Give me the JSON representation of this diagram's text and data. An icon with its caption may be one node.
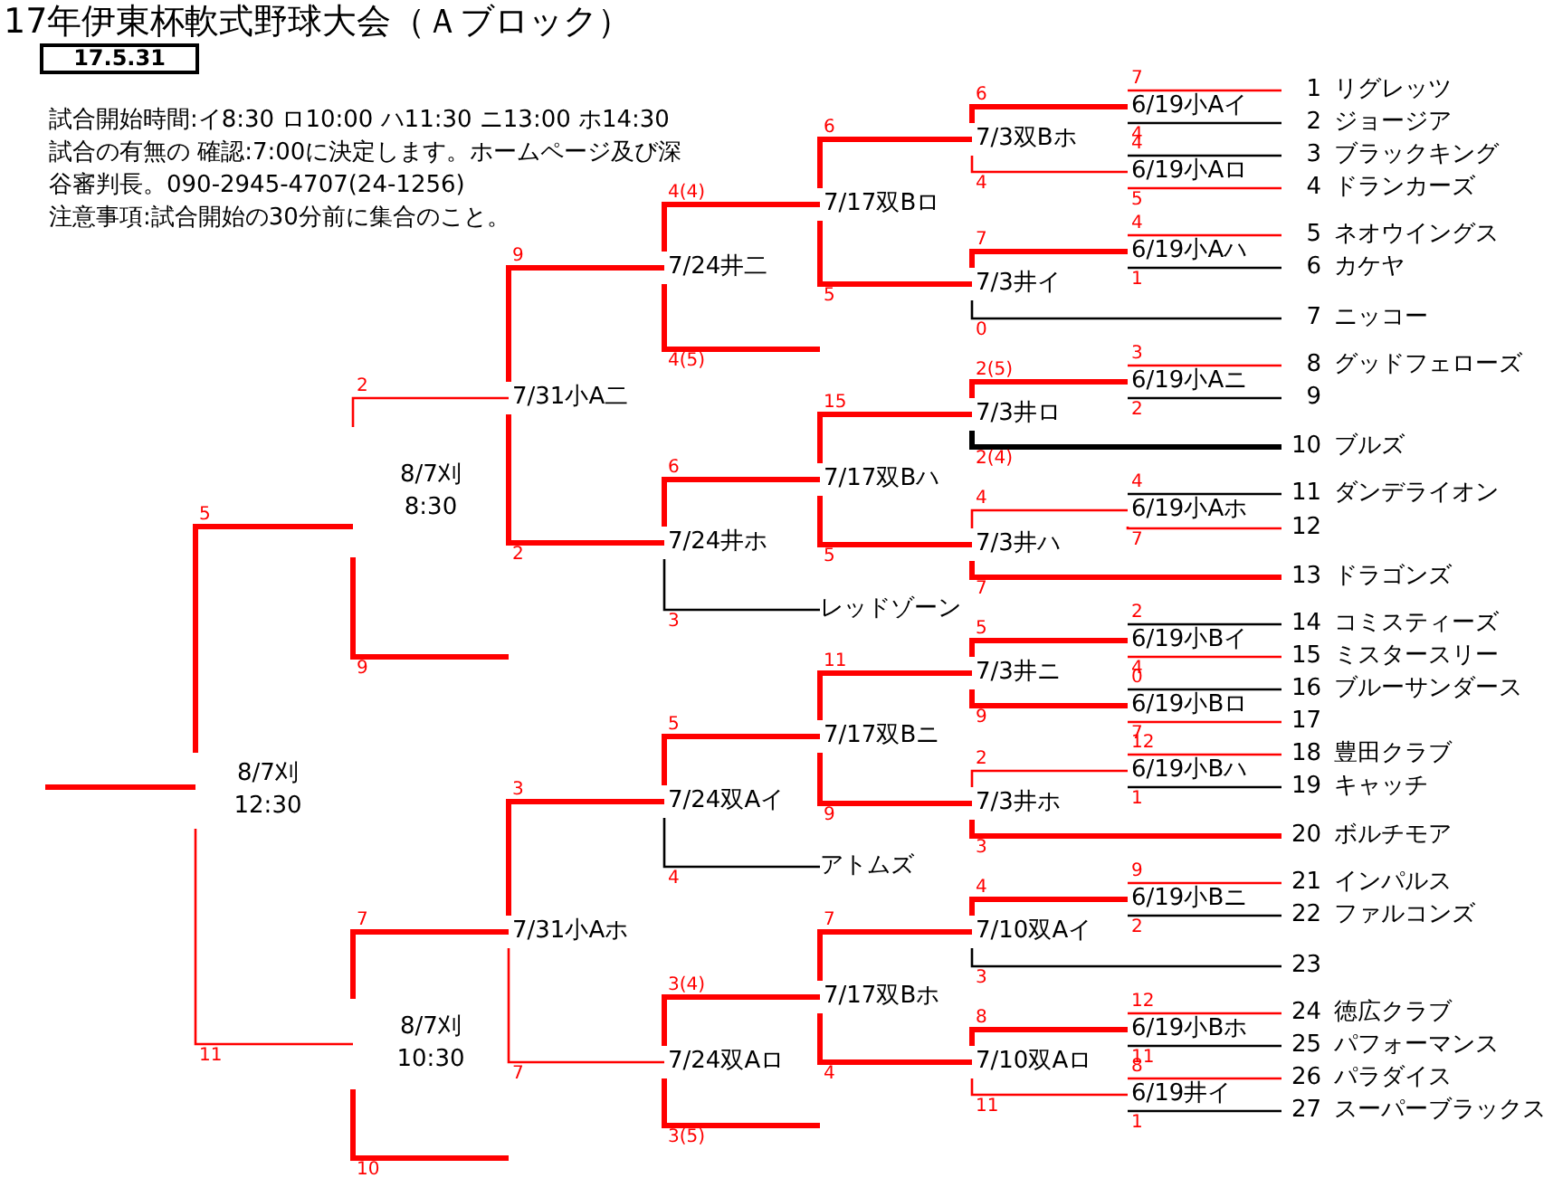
{
  "diagram": {
    "title": "17年伊東杯軟式野球大会（Ａブロック）",
    "nodes": [
      {
        "text": [
          "17.5.31"
        ]
      },
      {
        "text": [
          "1",
          "リグレッツ"
        ]
      },
      {
        "text": [
          "2",
          "ジョージア"
        ]
      },
      {
        "text": [
          "3",
          "ブラックキング"
        ]
      },
      {
        "text": [
          "4",
          "ドランカーズ"
        ]
      },
      {
        "text": [
          "5",
          "ネオウイングス"
        ]
      },
      {
        "text": [
          "6",
          "カケヤ"
        ]
      },
      {
        "text": [
          "7",
          "ニッコー"
        ]
      },
      {
        "text": [
          "8",
          "グッドフェローズ"
        ]
      },
      {
        "text": [
          "9"
        ]
      },
      {
        "text": [
          "10",
          "ブルズ"
        ]
      },
      {
        "text": [
          "11",
          "ダンデライオン"
        ]
      },
      {
        "text": [
          "12"
        ]
      },
      {
        "text": [
          "13",
          "ドラゴンズ"
        ]
      },
      {
        "text": [
          "14",
          "コミスティーズ"
        ]
      },
      {
        "text": [
          "15",
          "ミスタースリー"
        ]
      },
      {
        "text": [
          "16",
          "ブルーサンダース"
        ]
      },
      {
        "text": [
          "17"
        ]
      },
      {
        "text": [
          "18",
          "豊田クラブ"
        ]
      },
      {
        "text": [
          "19",
          "キャッチ"
        ]
      },
      {
        "text": [
          "20",
          "ボルチモア"
        ]
      },
      {
        "text": [
          "21",
          "インパルス"
        ]
      },
      {
        "text": [
          "22",
          "ファルコンズ"
        ]
      },
      {
        "text": [
          "23"
        ]
      },
      {
        "text": [
          "24",
          "徳広クラブ"
        ]
      },
      {
        "text": [
          "25",
          "パフォーマンス"
        ]
      },
      {
        "text": [
          "26",
          "パラダイス"
        ]
      },
      {
        "text": [
          "27",
          "スーパーブラックス"
        ]
      },
      {
        "text": [
          "レッドゾーン"
        ]
      },
      {
        "text": [
          "アトムズ"
        ]
      },
      {
        "text": [
          "6/19小Aイ"
        ]
      },
      {
        "text": [
          "6/19小Aロ"
        ]
      },
      {
        "text": [
          "6/19小Aハ"
        ]
      },
      {
        "text": [
          "6/19小Aニ"
        ]
      },
      {
        "text": [
          "6/19小Aホ"
        ]
      },
      {
        "text": [
          "6/19小Bイ"
        ]
      },
      {
        "text": [
          "6/19小Bロ"
        ]
      },
      {
        "text": [
          "6/19小Bハ"
        ]
      },
      {
        "text": [
          "6/19小Bニ"
        ]
      },
      {
        "text": [
          "6/19小Bホ"
        ]
      },
      {
        "text": [
          "6/19井イ"
        ]
      },
      {
        "text": [
          "7/3双Bホ"
        ]
      },
      {
        "text": [
          "7/3井イ"
        ]
      },
      {
        "text": [
          "7/3井ロ"
        ]
      },
      {
        "text": [
          "7/3井ハ"
        ]
      },
      {
        "text": [
          "7/3井ニ"
        ]
      },
      {
        "text": [
          "7/3井ホ"
        ]
      },
      {
        "text": [
          "7/10双Aイ"
        ]
      },
      {
        "text": [
          "7/10双Aロ"
        ]
      },
      {
        "text": [
          "7/17双Bロ"
        ]
      },
      {
        "text": [
          "7/17双Bハ"
        ]
      },
      {
        "text": [
          "7/17双Bニ"
        ]
      },
      {
        "text": [
          "7/17双Bホ"
        ]
      },
      {
        "text": [
          "7/24井二"
        ]
      },
      {
        "text": [
          "7/24井ホ"
        ]
      },
      {
        "text": [
          "7/24双Aイ"
        ]
      },
      {
        "text": [
          "7/24双Aロ"
        ]
      },
      {
        "text": [
          "7/31小A二"
        ]
      },
      {
        "text": [
          "7/31小Aホ"
        ]
      },
      {
        "text": [
          "8/7刈",
          "8:30"
        ]
      },
      {
        "text": [
          "8/7刈",
          "10:30"
        ]
      },
      {
        "text": [
          "8/7刈",
          "12:30"
        ]
      }
    ],
    "edges": [
      {
        "from": 1,
        "to": 30,
        "arrow": "none",
        "label": "7"
      },
      {
        "from": 2,
        "to": 30,
        "arrow": "none",
        "label": "4",
        "color": "#000000"
      },
      {
        "from": 3,
        "to": 31,
        "arrow": "none",
        "label": "4",
        "color": "#000000"
      },
      {
        "from": 4,
        "to": 31,
        "arrow": "none",
        "label": "5"
      },
      {
        "from": 5,
        "to": 32,
        "arrow": "none",
        "label": "4"
      },
      {
        "from": 6,
        "to": 32,
        "arrow": "none",
        "label": "1",
        "color": "#000000"
      },
      {
        "from": 8,
        "to": 33,
        "arrow": "none",
        "label": "3"
      },
      {
        "from": 9,
        "to": 33,
        "arrow": "none",
        "label": "2",
        "color": "#000000"
      },
      {
        "from": 11,
        "to": 34,
        "arrow": "none",
        "label": "4",
        "color": "#000000"
      },
      {
        "from": 12,
        "to": 34,
        "arrow": "none",
        "label": "7"
      },
      {
        "from": 14,
        "to": 35,
        "arrow": "none",
        "label": "2",
        "color": "#000000"
      },
      {
        "from": 15,
        "to": 35,
        "arrow": "none",
        "label": "4"
      },
      {
        "from": 16,
        "to": 36,
        "arrow": "none",
        "label": "0",
        "color": "#000000"
      },
      {
        "from": 17,
        "to": 36,
        "arrow": "none",
        "label": "7"
      },
      {
        "from": 18,
        "to": 37,
        "arrow": "none",
        "label": "12"
      },
      {
        "from": 19,
        "to": 37,
        "arrow": "none",
        "label": "1",
        "color": "#000000"
      },
      {
        "from": 21,
        "to": 38,
        "arrow": "none",
        "label": "9"
      },
      {
        "from": 22,
        "to": 38,
        "arrow": "none",
        "label": "2",
        "color": "#000000"
      },
      {
        "from": 24,
        "to": 39,
        "arrow": "none",
        "label": "12"
      },
      {
        "from": 25,
        "to": 39,
        "arrow": "none",
        "label": "11",
        "color": "#000000"
      },
      {
        "from": 26,
        "to": 40,
        "arrow": "none",
        "label": "8"
      },
      {
        "from": 27,
        "to": 40,
        "arrow": "none",
        "label": "1",
        "color": "#000000"
      },
      {
        "from": 30,
        "to": 41,
        "arrow": "none",
        "label": "6",
        "style": "thick"
      },
      {
        "from": 31,
        "to": 41,
        "arrow": "none",
        "label": "4"
      },
      {
        "from": 32,
        "to": 42,
        "arrow": "none",
        "label": "7",
        "style": "thick"
      },
      {
        "from": 7,
        "to": 42,
        "arrow": "none",
        "label": "0",
        "color": "#000000"
      },
      {
        "from": 33,
        "to": 43,
        "arrow": "none",
        "label": "2(5)",
        "style": "thick"
      },
      {
        "from": 10,
        "to": 43,
        "arrow": "none",
        "label": "2(4)",
        "style": "thick",
        "color": "#000000"
      },
      {
        "from": 34,
        "to": 44,
        "arrow": "none",
        "label": "4"
      },
      {
        "from": 13,
        "to": 44,
        "arrow": "none",
        "label": "7",
        "style": "thick"
      },
      {
        "from": 35,
        "to": 45,
        "arrow": "none",
        "label": "5",
        "style": "thick"
      },
      {
        "from": 36,
        "to": 45,
        "arrow": "none",
        "label": "9",
        "style": "thick"
      },
      {
        "from": 37,
        "to": 46,
        "arrow": "none",
        "label": "2"
      },
      {
        "from": 20,
        "to": 46,
        "arrow": "none",
        "label": "3",
        "style": "thick"
      },
      {
        "from": 38,
        "to": 47,
        "arrow": "none",
        "label": "4",
        "style": "thick"
      },
      {
        "from": 23,
        "to": 47,
        "arrow": "none",
        "label": "3",
        "color": "#000000"
      },
      {
        "from": 39,
        "to": 48,
        "arrow": "none",
        "label": "8",
        "style": "thick"
      },
      {
        "from": 40,
        "to": 48,
        "arrow": "none",
        "label": "11"
      },
      {
        "from": 41,
        "to": 49,
        "arrow": "none",
        "label": "6",
        "style": "thick"
      },
      {
        "from": 42,
        "to": 49,
        "arrow": "none",
        "label": "5",
        "style": "thick"
      },
      {
        "from": 43,
        "to": 50,
        "arrow": "none",
        "label": "15",
        "style": "thick"
      },
      {
        "from": 44,
        "to": 50,
        "arrow": "none",
        "label": "5",
        "style": "thick"
      },
      {
        "from": 45,
        "to": 51,
        "arrow": "none",
        "label": "11",
        "style": "thick"
      },
      {
        "from": 46,
        "to": 51,
        "arrow": "none",
        "label": "9",
        "style": "thick"
      },
      {
        "from": 47,
        "to": 52,
        "arrow": "none",
        "label": "7",
        "style": "thick"
      },
      {
        "from": 48,
        "to": 52,
        "arrow": "none",
        "label": "4",
        "style": "thick"
      },
      {
        "from": 49,
        "to": 53,
        "arrow": "none",
        "label": "4(4)",
        "style": "thick"
      },
      {
        "from": null,
        "to": 53,
        "arrow": "none",
        "label": "4(5)",
        "style": "thick"
      },
      {
        "from": 50,
        "to": 54,
        "arrow": "none",
        "label": "6",
        "style": "thick"
      },
      {
        "from": 28,
        "to": 54,
        "arrow": "none",
        "label": "3",
        "color": "#000000"
      },
      {
        "from": 51,
        "to": 55,
        "arrow": "none",
        "label": "5",
        "style": "thick"
      },
      {
        "from": 29,
        "to": 55,
        "arrow": "none",
        "label": "4",
        "color": "#000000"
      },
      {
        "from": 52,
        "to": 56,
        "arrow": "none",
        "label": "3(4)",
        "style": "thick"
      },
      {
        "from": null,
        "to": 56,
        "arrow": "none",
        "label": "3(5)",
        "style": "thick"
      },
      {
        "from": 53,
        "to": 57,
        "arrow": "none",
        "label": "9",
        "style": "thick"
      },
      {
        "from": 54,
        "to": 57,
        "arrow": "none",
        "label": "2",
        "style": "thick"
      },
      {
        "from": 55,
        "to": 58,
        "arrow": "none",
        "label": "3",
        "style": "thick"
      },
      {
        "from": 56,
        "to": 58,
        "arrow": "none",
        "label": "7"
      },
      {
        "from": 57,
        "to": 59,
        "arrow": "none",
        "label": "2"
      },
      {
        "from": null,
        "to": 59,
        "arrow": "none",
        "label": "9",
        "style": "thick"
      },
      {
        "from": 58,
        "to": 60,
        "arrow": "none",
        "label": "7",
        "style": "thick"
      },
      {
        "from": null,
        "to": 60,
        "arrow": "none",
        "label": "10",
        "style": "thick"
      },
      {
        "from": 59,
        "to": 61,
        "arrow": "none",
        "label": "5",
        "style": "thick"
      },
      {
        "from": 60,
        "to": 61,
        "arrow": "none",
        "label": "11"
      },
      {
        "from": 61,
        "to": null,
        "arrow": "none",
        "style": "thick"
      }
    ],
    "labels": [
      "試合開始時間:イ8:30 ロ10:00 ハ11:30 ニ13:00 ホ14:30",
      "試合の有無の 確認:7:00に決定します。ホームページ及び深谷審判長。090-2945-4707(24-1256)",
      "注意事項:試合開始の30分前に集合のこと。"
    ]
  }
}
